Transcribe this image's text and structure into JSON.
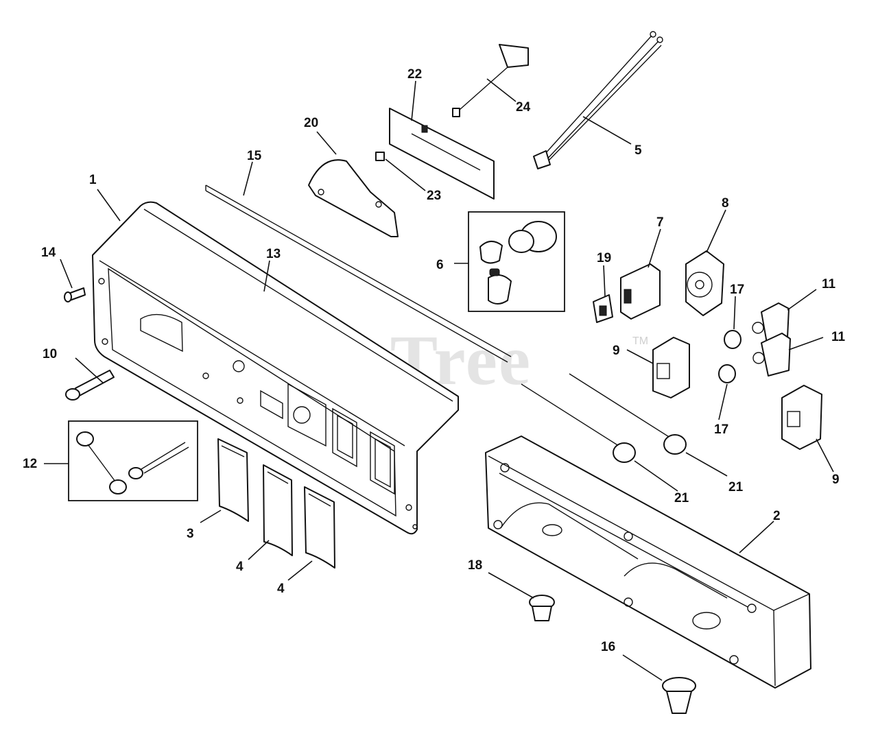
{
  "watermark": {
    "text": "PartsTree",
    "trademark": "TM"
  },
  "labels": {
    "l1": "1",
    "l2": "2",
    "l3": "3",
    "l4a": "4",
    "l4b": "4",
    "l5": "5",
    "l6": "6",
    "l7": "7",
    "l8": "8",
    "l9a": "9",
    "l9b": "9",
    "l10": "10",
    "l11a": "11",
    "l11b": "11",
    "l12": "12",
    "l13": "13",
    "l14": "14",
    "l15": "15",
    "l16": "16",
    "l17a": "17",
    "l17b": "17",
    "l18": "18",
    "l19": "19",
    "l20": "20",
    "l21a": "21",
    "l21b": "21",
    "l22": "22",
    "l23": "23",
    "l24": "24"
  }
}
